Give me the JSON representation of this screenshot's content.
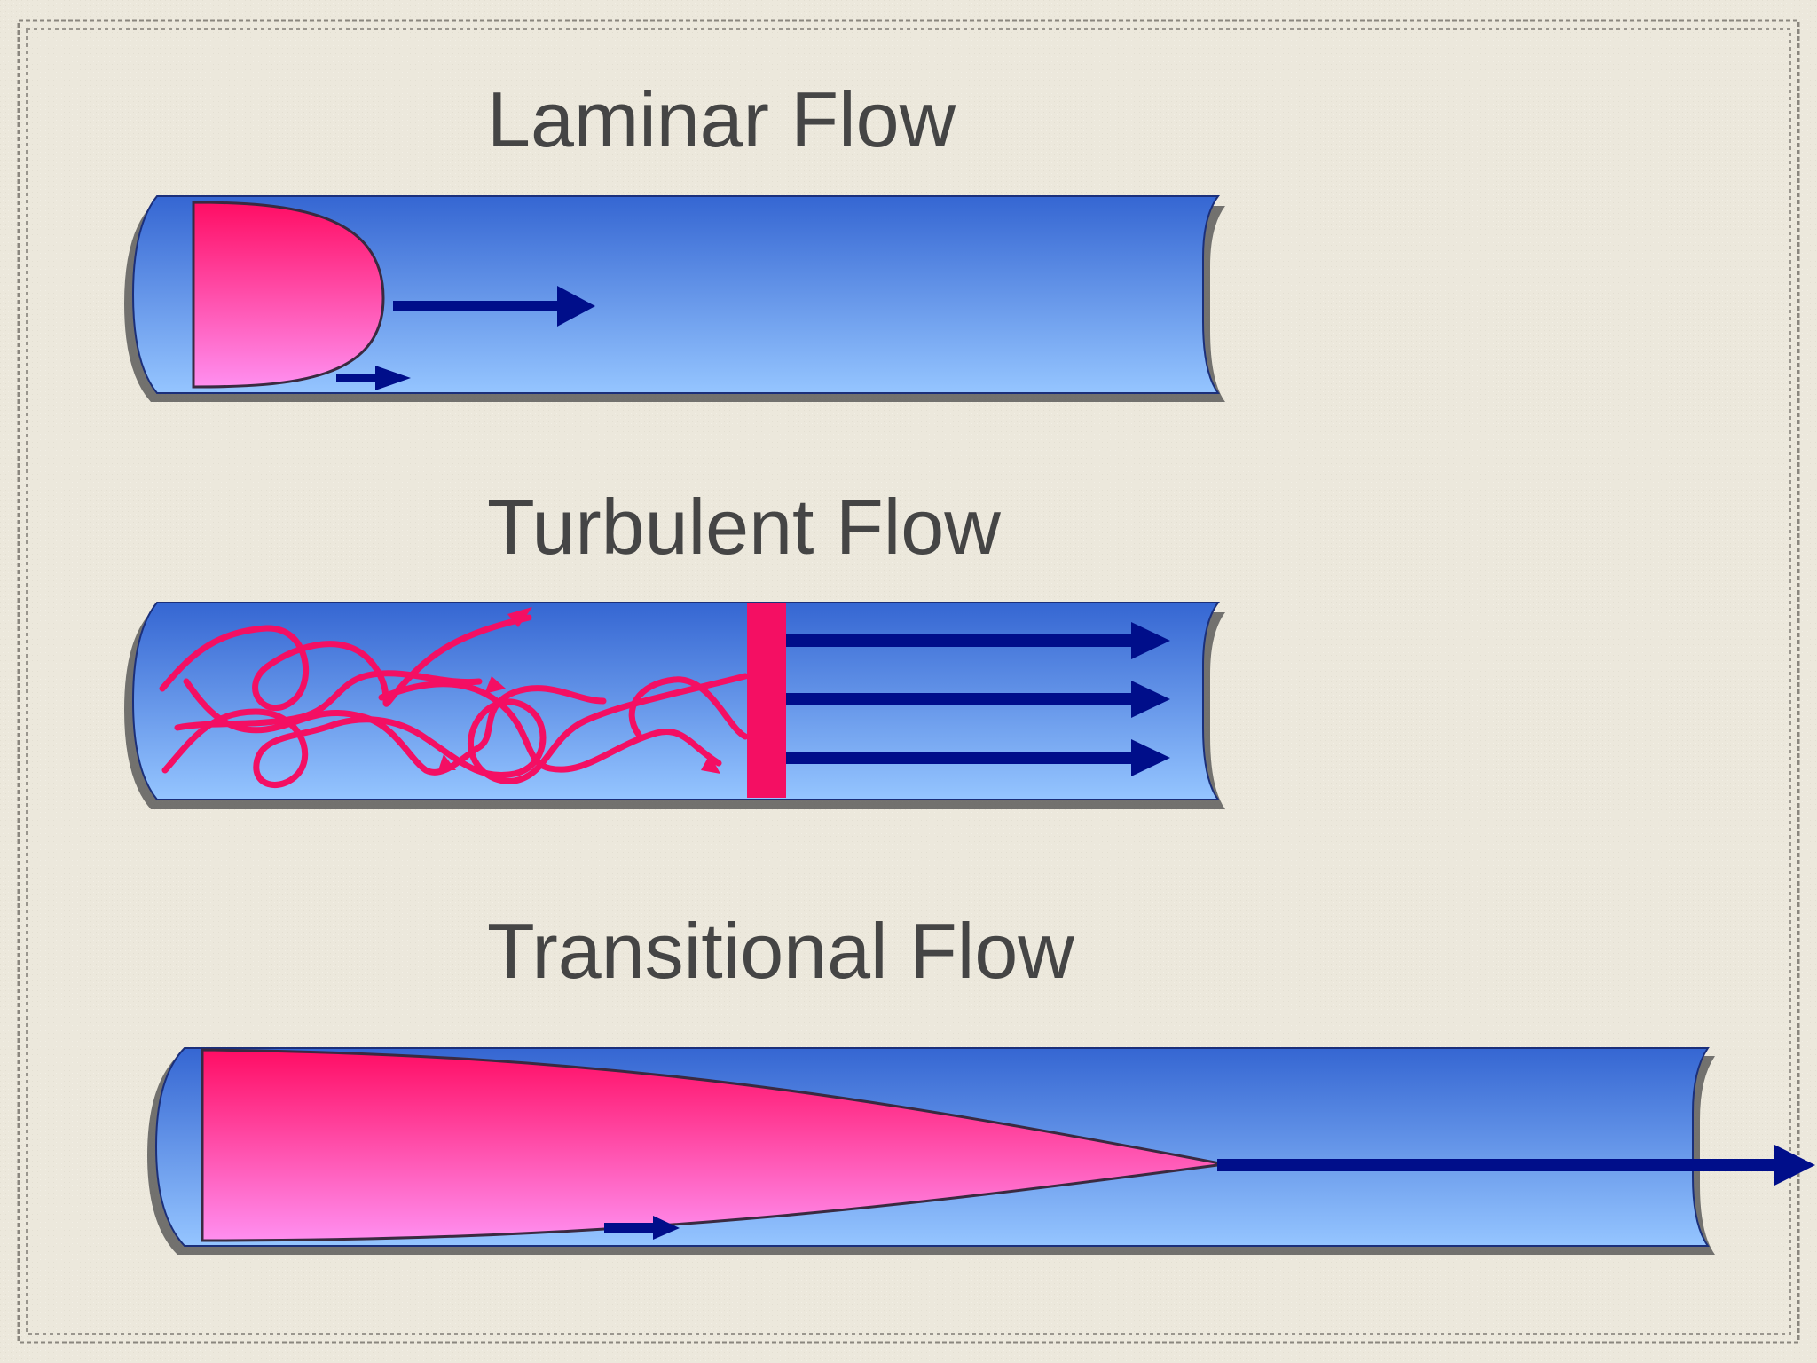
{
  "titles": {
    "laminar": "Laminar Flow",
    "turbulent": "Turbulent Flow",
    "transitional": "Transitional Flow"
  },
  "colors": {
    "background": "#ece8dc",
    "pipe_top": "#3566d2",
    "pipe_bottom": "#95c5ff",
    "fluid_top": "#ff0d64",
    "fluid_bottom": "#ff8ff0",
    "arrow": "#000e8a",
    "title_text": "#454545"
  },
  "icons": [
    "velocity-arrow-icon"
  ]
}
